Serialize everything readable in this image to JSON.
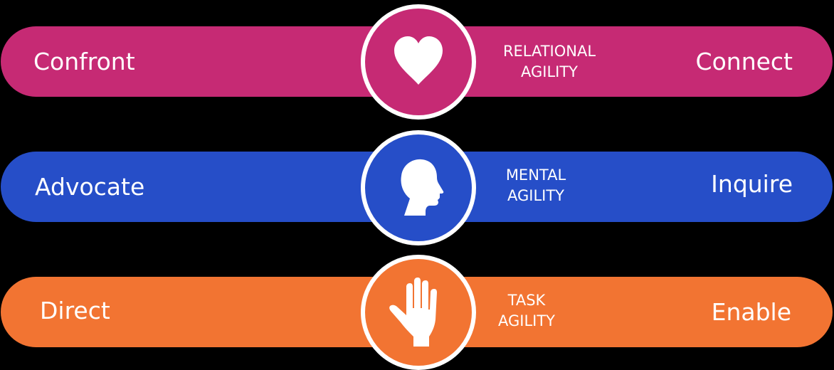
{
  "rows": [
    {
      "left_label": "Confront",
      "right_label": "Connect",
      "agility_line1": "RELATIONAL",
      "agility_line2": "AGILITY",
      "icon": "heart-icon",
      "color": "#c62a74"
    },
    {
      "left_label": "Advocate",
      "right_label": "Inquire",
      "agility_line1": "MENTAL",
      "agility_line2": "AGILITY",
      "icon": "head-profile-icon",
      "color": "#264ec8"
    },
    {
      "left_label": "Direct",
      "right_label": "Enable",
      "agility_line1": "TASK",
      "agility_line2": "AGILITY",
      "icon": "hand-icon",
      "color": "#f27432"
    }
  ]
}
